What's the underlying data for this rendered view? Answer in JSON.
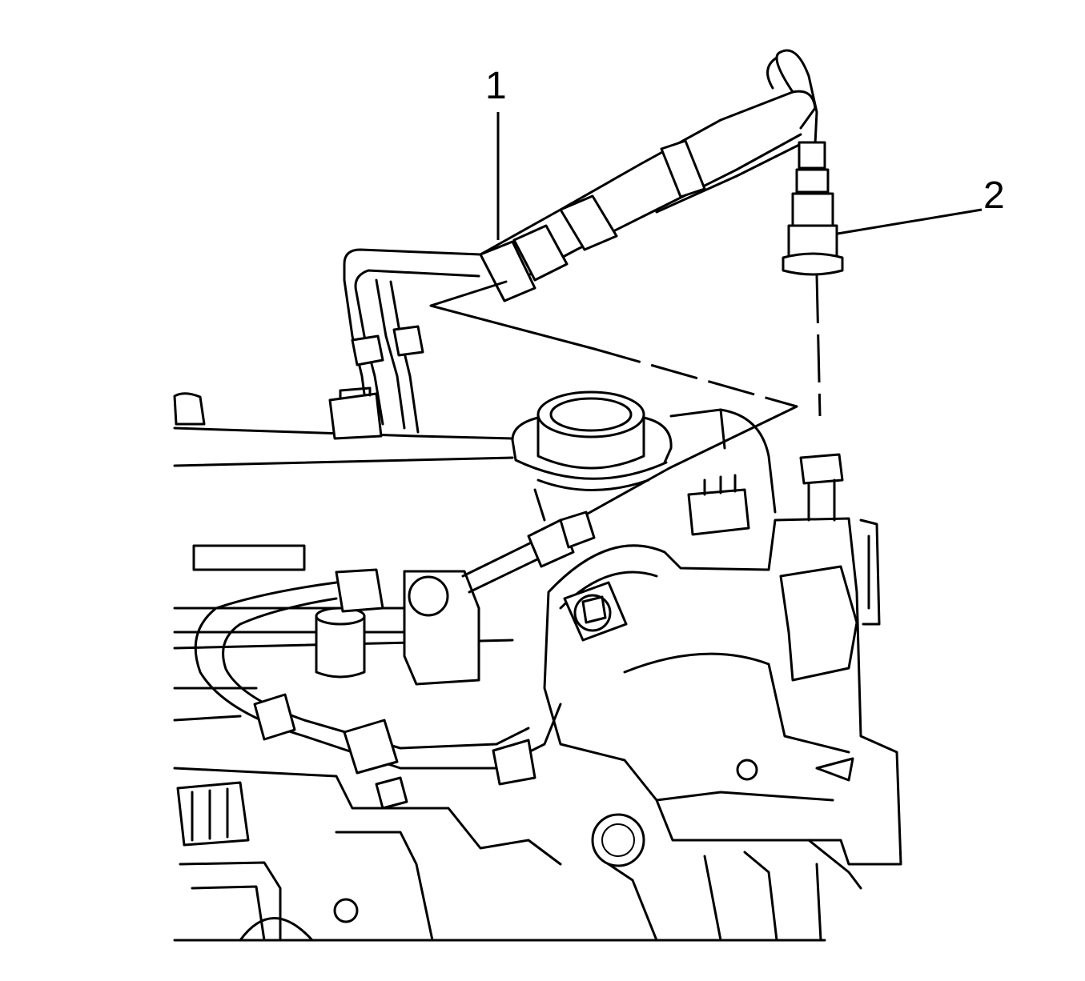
{
  "callouts": [
    {
      "id": "1",
      "text": "1"
    },
    {
      "id": "2",
      "text": "2"
    }
  ],
  "colors": {
    "line": "#000000",
    "background": "#ffffff"
  }
}
